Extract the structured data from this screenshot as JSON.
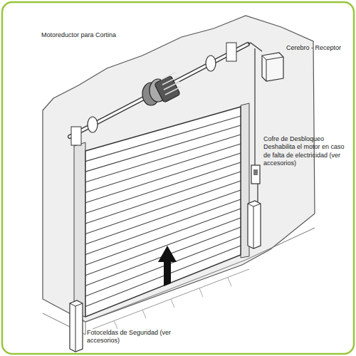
{
  "diagram": {
    "labels": [
      "Motoreductor para Cortina",
      "Cerebro - Receptor",
      "Cofre de Desbloqueo Deshabilita el motor en caso de falta de electricidad (ver accesorios)",
      "Fotoceldas de Seguridad (ver accesorios)"
    ]
  }
}
